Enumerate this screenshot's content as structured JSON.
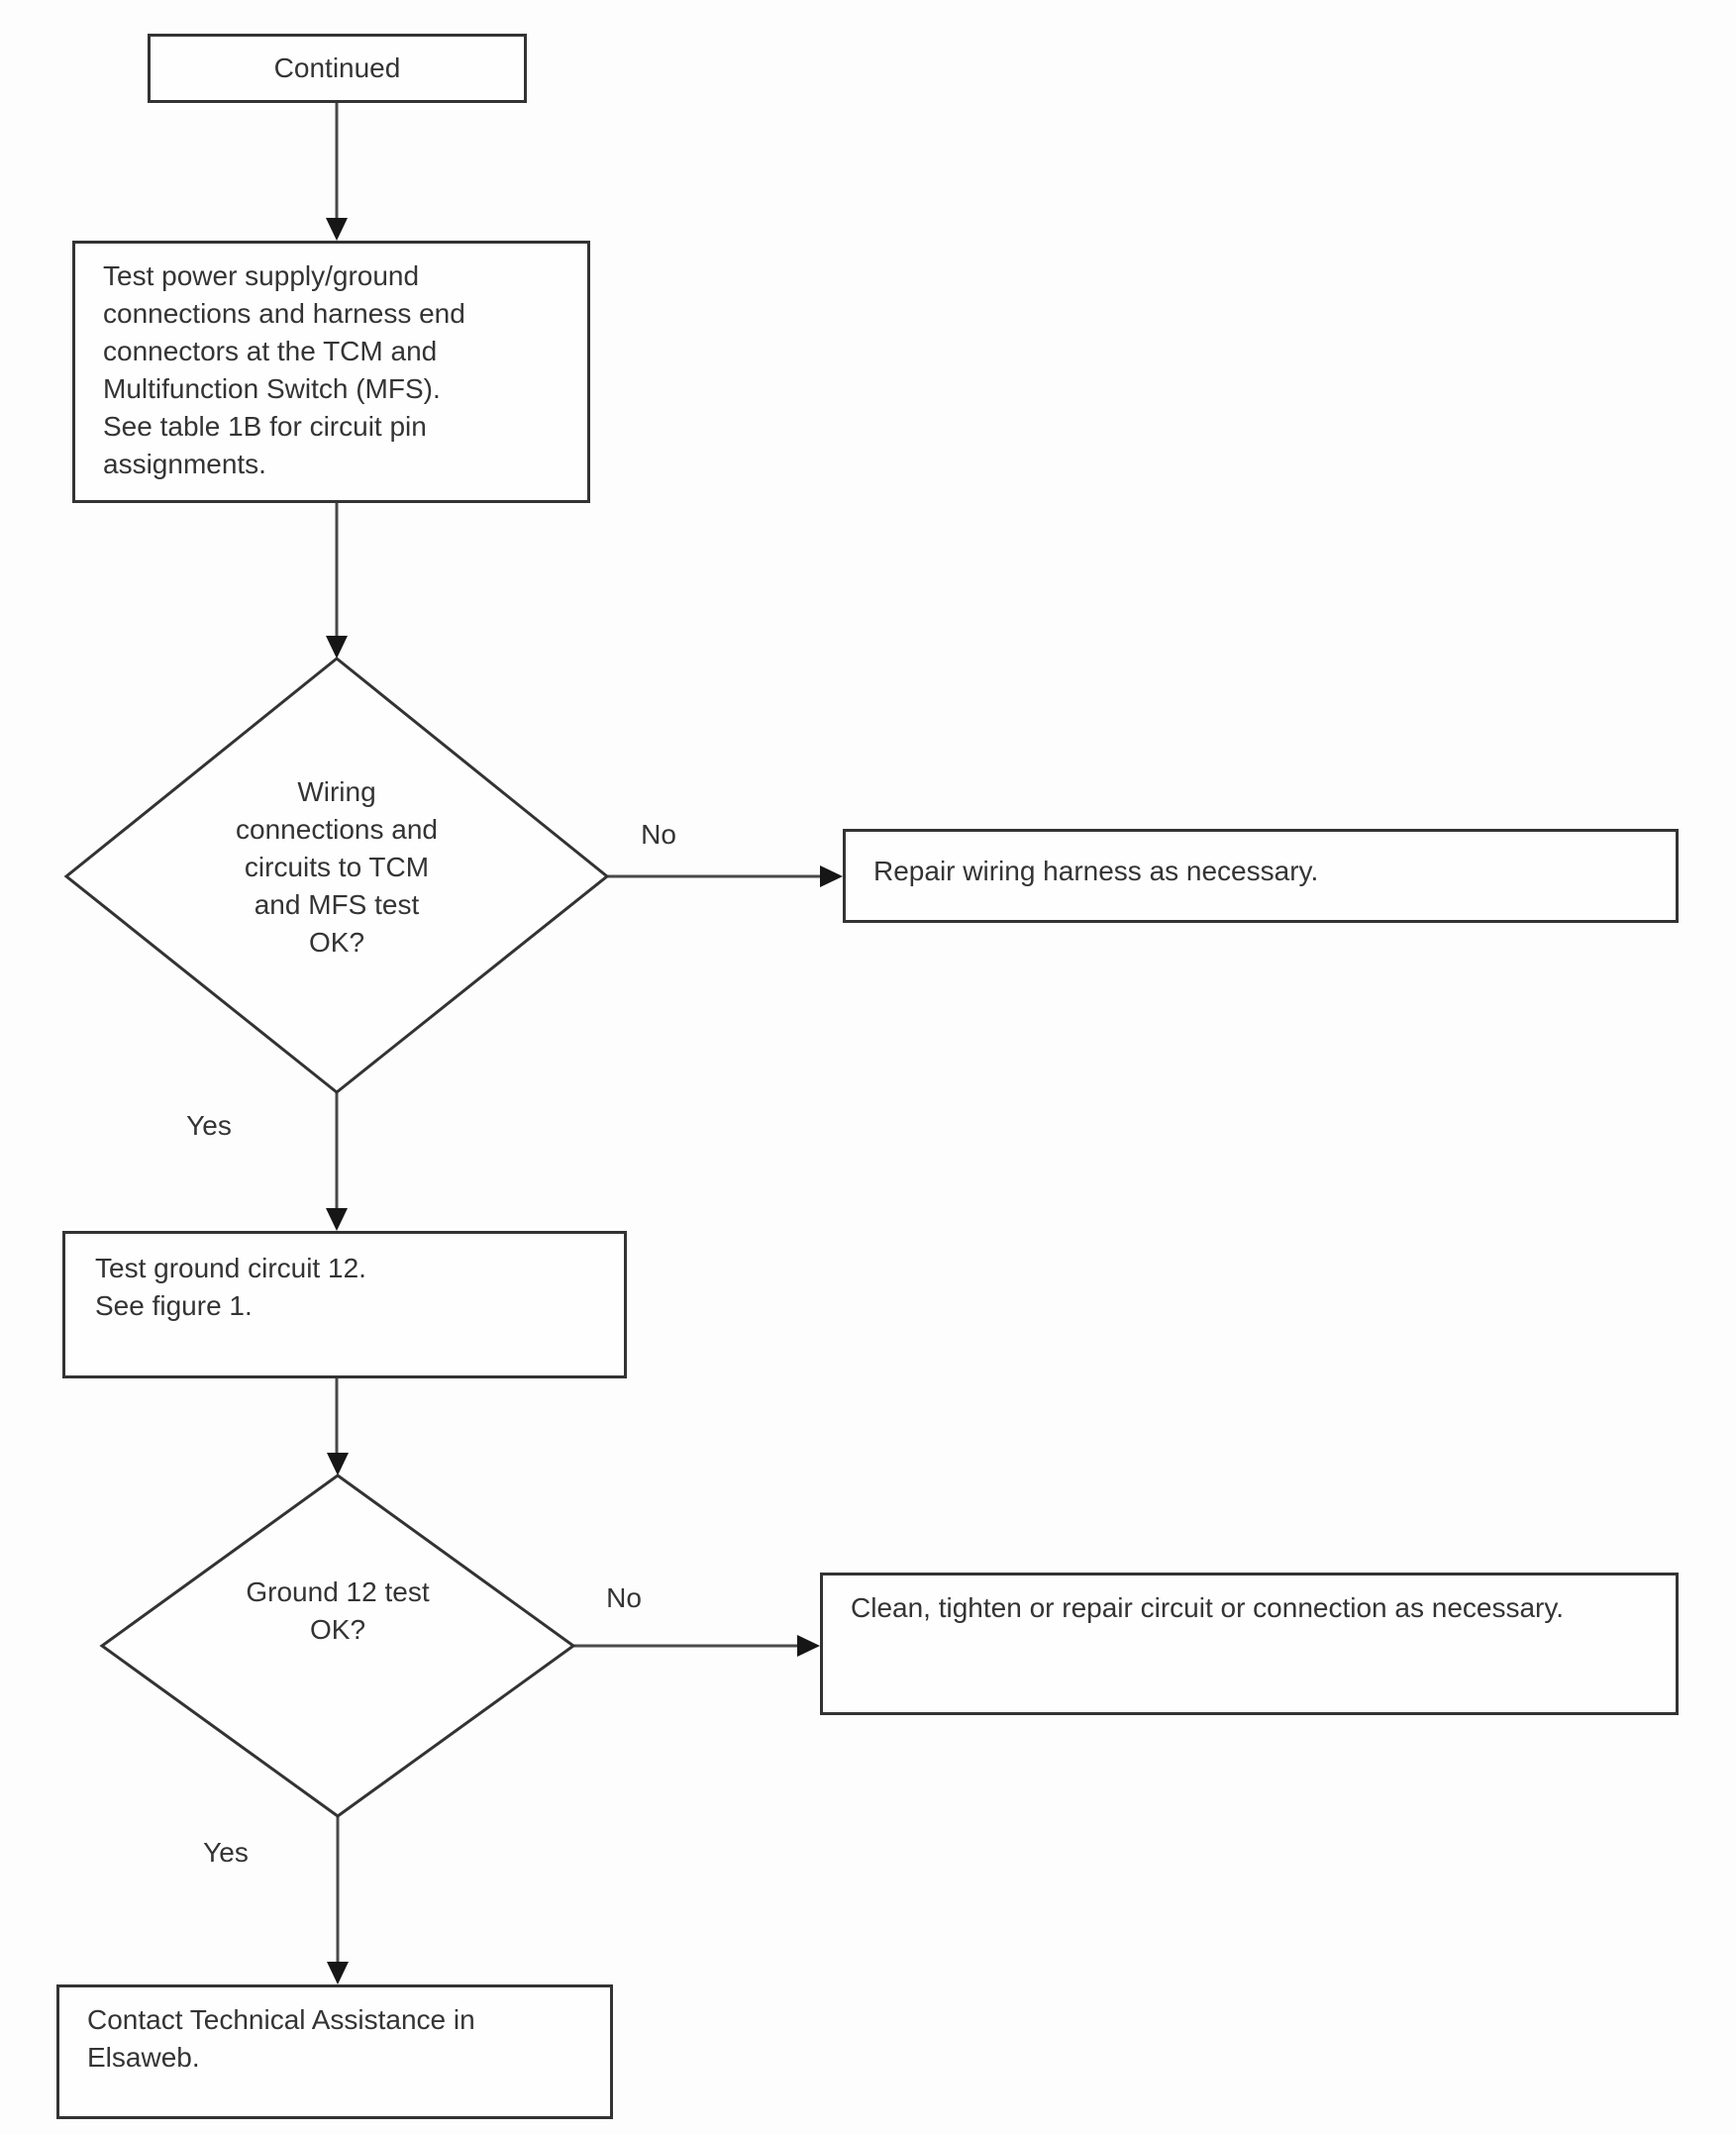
{
  "flowchart": {
    "nodes": {
      "continued": {
        "type": "process",
        "label": "Continued"
      },
      "test_power": {
        "type": "process",
        "label": "Test power supply/ground\nconnections and harness end\nconnectors at the TCM and\nMultifunction Switch (MFS).\nSee table 1B for circuit pin\nassignments."
      },
      "wiring_ok": {
        "type": "decision",
        "label": "Wiring\nconnections and\ncircuits to TCM\nand MFS test\nOK?"
      },
      "repair_wiring": {
        "type": "process",
        "label": "Repair wiring harness as necessary."
      },
      "test_ground": {
        "type": "process",
        "label": "Test ground circuit 12.\nSee figure 1."
      },
      "ground_ok": {
        "type": "decision",
        "label": "Ground 12 test\nOK?"
      },
      "clean_tighten": {
        "type": "process",
        "label": "Clean, tighten or repair circuit or connection as necessary."
      },
      "contact_ta": {
        "type": "process",
        "label": "Contact Technical Assistance in\nElsaweb."
      }
    },
    "edges": [
      {
        "from": "continued",
        "to": "test_power",
        "label": ""
      },
      {
        "from": "test_power",
        "to": "wiring_ok",
        "label": ""
      },
      {
        "from": "wiring_ok",
        "to": "repair_wiring",
        "label": "No"
      },
      {
        "from": "wiring_ok",
        "to": "test_ground",
        "label": "Yes"
      },
      {
        "from": "test_ground",
        "to": "ground_ok",
        "label": ""
      },
      {
        "from": "ground_ok",
        "to": "clean_tighten",
        "label": "No"
      },
      {
        "from": "ground_ok",
        "to": "contact_ta",
        "label": "Yes"
      }
    ],
    "colors": {
      "background": "#fdfdfd",
      "border": "#333333",
      "line": "#4a4a4a",
      "arrowhead": "#161616",
      "text": "#343434"
    }
  }
}
